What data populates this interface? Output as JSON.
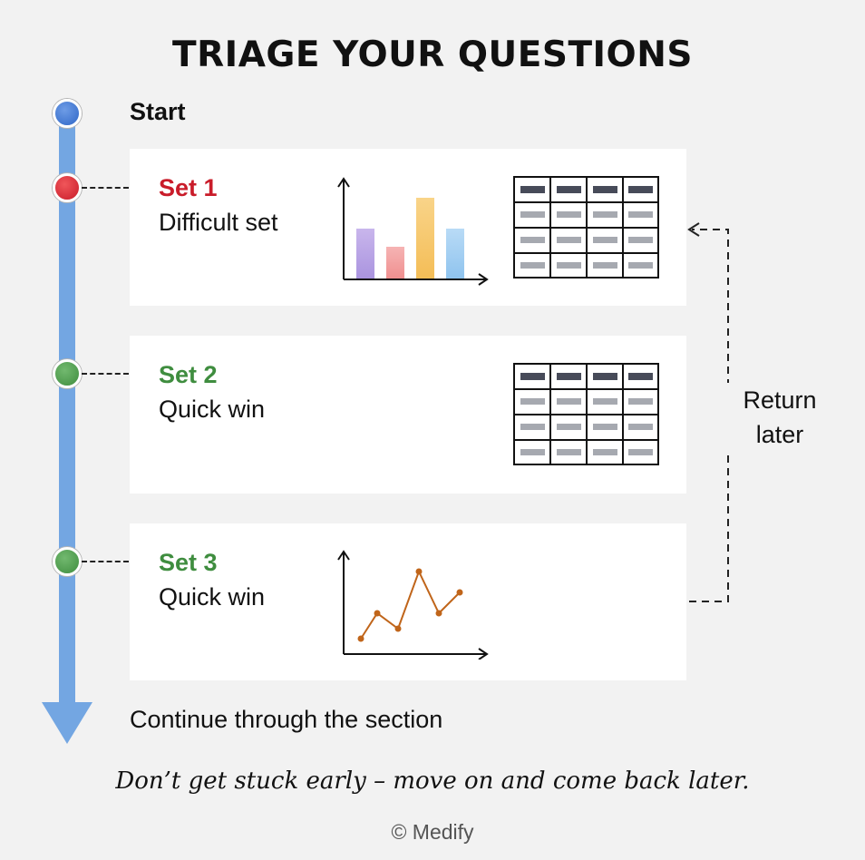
{
  "title": "TRIAGE YOUR QUESTIONS",
  "start_label": "Start",
  "sets": [
    {
      "title": "Set 1",
      "subtitle": "Difficult set"
    },
    {
      "title": "Set 2",
      "subtitle": "Quick win"
    },
    {
      "title": "Set 3",
      "subtitle": "Quick win"
    }
  ],
  "return_label": {
    "line1": "Return",
    "line2": "later"
  },
  "continue_label": "Continue through the section",
  "caption": "Don’t get stuck early – move on and come back later.",
  "credit": "© Medify",
  "colors": {
    "timeline": "#73a6e2",
    "start_node": "#2f67c7",
    "difficult": "#c91c2a",
    "quick_win": "#3f8d3f",
    "line_chart": "#c0651a"
  },
  "icons": {
    "set1": [
      "bar-chart-icon",
      "table-icon"
    ],
    "set2": [
      "table-icon"
    ],
    "set3": [
      "line-chart-icon"
    ]
  }
}
